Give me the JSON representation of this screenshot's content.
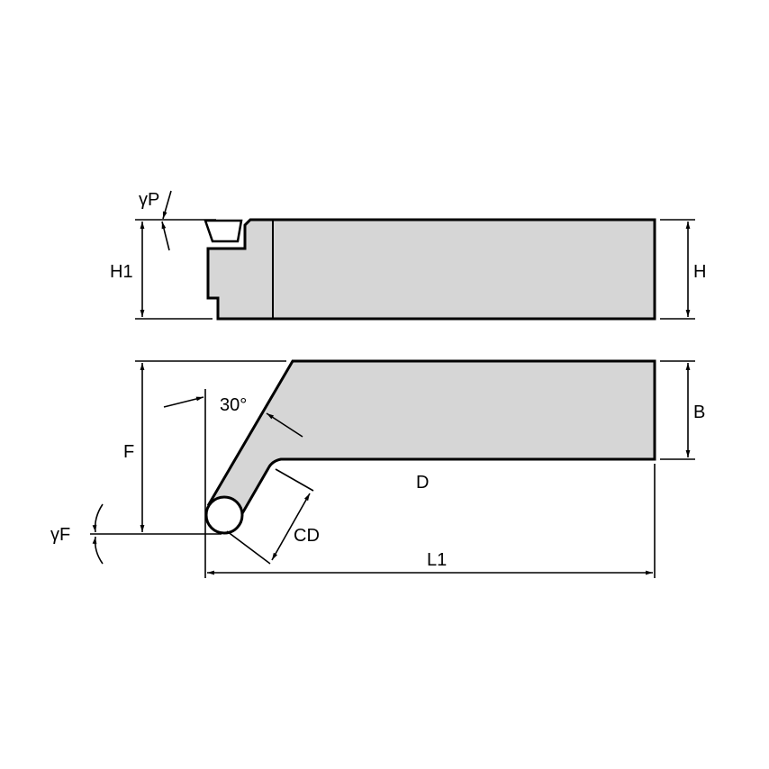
{
  "labels": {
    "gamma_p": "γP",
    "h1": "H1",
    "h": "H",
    "b": "B",
    "f": "F",
    "gamma_f": "γF",
    "angle": "30°",
    "d": "D",
    "cd": "CD",
    "l1": "L1"
  },
  "colors": {
    "body_fill": "#d6d6d6",
    "stroke": "#000000"
  }
}
